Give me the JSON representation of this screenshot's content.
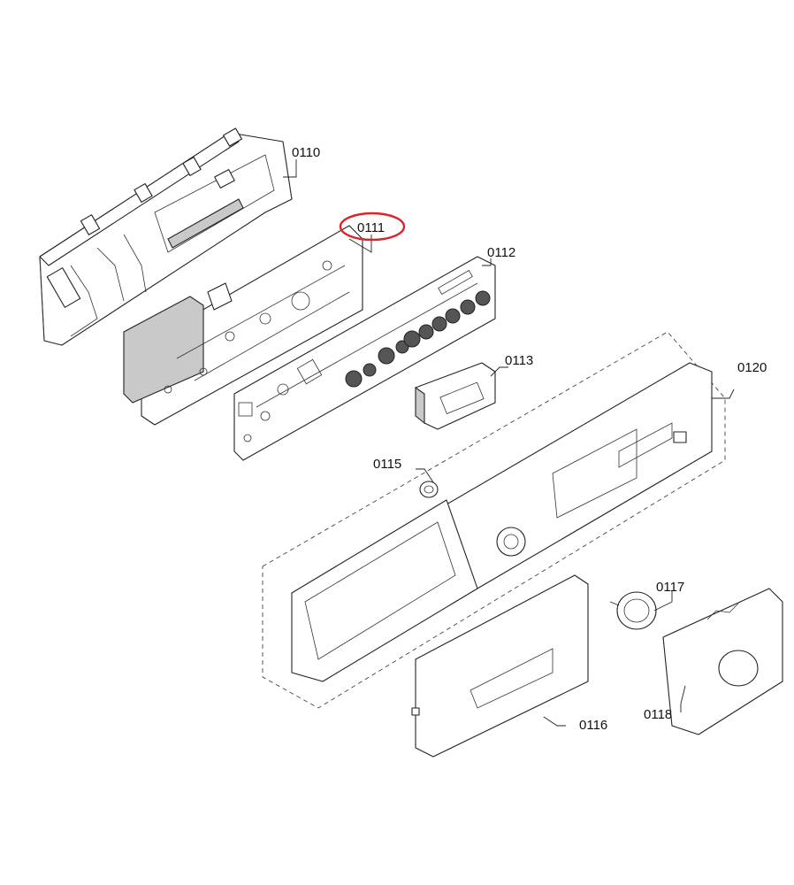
{
  "diagram": {
    "highlight_color": "#d9262c",
    "parts": {
      "p0110": "0110",
      "p0111": "0111",
      "p0112": "0112",
      "p0113": "0113",
      "p0115": "0115",
      "p0116": "0116",
      "p0117": "0117",
      "p0118": "0118",
      "p0120": "0120"
    },
    "highlighted_part": "0111"
  }
}
